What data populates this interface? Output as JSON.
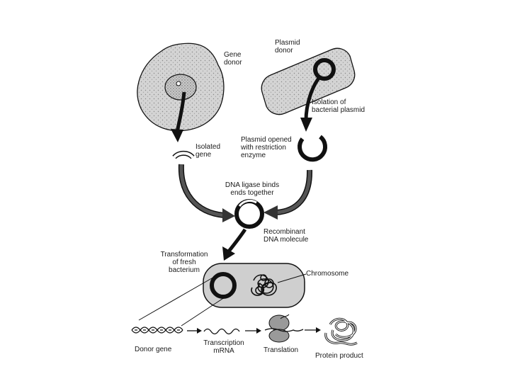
{
  "labels": {
    "gene_donor": "Gene\ndonor",
    "plasmid_donor": "Plasmid\ndonor",
    "isolation_plasmid": "Isolation of\nbacterial plasmid",
    "isolated_gene": "Isolated\ngene",
    "plasmid_opened": "Plasmid opened\nwith restriction\nenzyme",
    "dna_ligase": "DNA ligase binds\nends together",
    "recombinant": "Recombinant\nDNA molecule",
    "transformation": "Transformation\nof fresh\nbacterium",
    "chromosome": "Chromosome",
    "donor_gene": "Donor gene",
    "transcription": "Transcription\nmRNA",
    "translation": "Translation",
    "protein_product": "Protein product"
  },
  "colors": {
    "ink": "#111111",
    "cell_fill": "#d2d2d2",
    "bacterium_fill": "#cfcfcf",
    "arrow_fill": "#555555",
    "ribosome_fill": "#9a9a9a"
  }
}
